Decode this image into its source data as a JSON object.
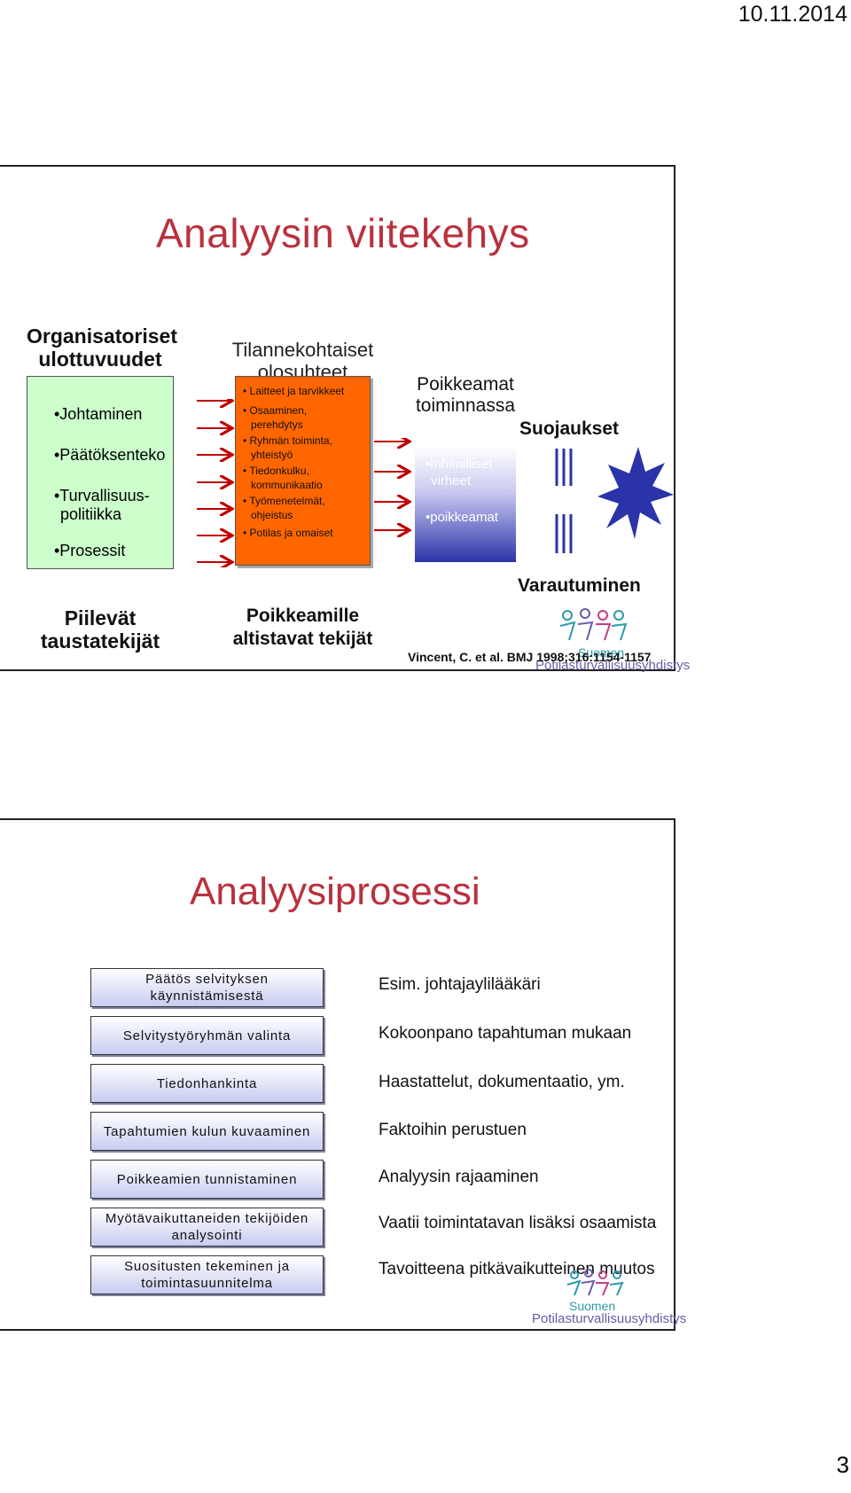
{
  "header": {
    "date": "10.11.2014"
  },
  "page_number": "3",
  "slide1": {
    "title": "Analyysin viitekehys",
    "col1": {
      "heading": "Organisatoriset ulottuvuudet",
      "items": [
        "•Johtaminen",
        "•Päätöksenteko",
        "•Turvallisuus-",
        "politiikka",
        "•Prosessit"
      ],
      "footer": "Piilevät taustatekijät"
    },
    "col2": {
      "heading": "Tilannekohtaiset olosuhteet",
      "items": [
        "• Laitteet ja tarvikkeet",
        "• Osaaminen,",
        "perehdytys",
        "• Ryhmän toiminta,",
        "yhteistyö",
        "• Tiedonkulku,",
        "kommunikaatio",
        "• Työmenetelmät,",
        "ohjeistus",
        "• Potilas ja omaiset"
      ],
      "footer": "Poikkeamille altistavat tekijät"
    },
    "col3": {
      "heading": "Poikkeamat toiminnassa",
      "items": [
        "•Inhimilliset",
        "virheet",
        "•poikkeamat"
      ]
    },
    "col4": {
      "heading": "Suojaukset",
      "footer": "Varautuminen"
    },
    "reference": "Vincent, C. et al. BMJ 1998;316:1154-1157",
    "logo": {
      "line1": "Suomen",
      "line2": "Potilasturvallisuusyhdistys"
    }
  },
  "slide2": {
    "title": "Analyysiprosessi",
    "steps": [
      "Päätös selvityksen käynnistämisestä",
      "Selvitystyöryhmän valinta",
      "Tiedonhankinta",
      "Tapahtumien kulun kuvaaminen",
      "Poikkeamien tunnistaminen",
      "Myötävaikuttaneiden tekijöiden analysointi",
      "Suositusten tekeminen ja toimintasuunnitelma"
    ],
    "notes": [
      "Esim. johtajaylilääkäri",
      "Kokoonpano tapahtuman mukaan",
      "Haastattelut, dokumentaatio, ym.",
      "Faktoihin perustuen",
      "Analyysin rajaaminen",
      "Vaatii toimintatavan lisäksi osaamista",
      "Tavoitteena pitkävaikutteinen muutos"
    ],
    "logo": {
      "line1": "Suomen",
      "line2": "Potilasturvallisuusyhdistys"
    }
  }
}
